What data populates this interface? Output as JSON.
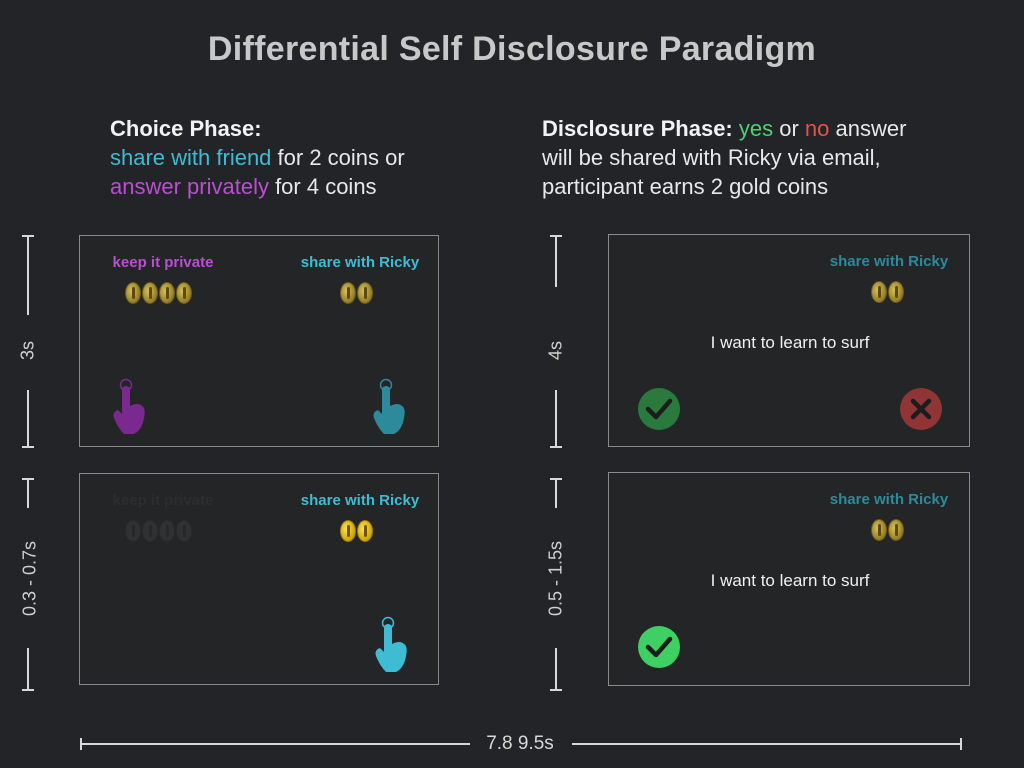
{
  "title": "Differential Self Disclosure Paradigm",
  "choice_phase": {
    "heading": "Choice Phase:",
    "line1_colored": "share with friend",
    "line1_rest": " for 2 coins or",
    "line2_colored": "answer privately",
    "line2_rest": " for 4 coins"
  },
  "disclosure_phase": {
    "heading": "Disclosure Phase:",
    "yes": "yes",
    "or": " or ",
    "no": "no",
    "line1_rest": " answer",
    "line2": "will be shared with Ricky via email,",
    "line3": "participant earns 2 gold coins"
  },
  "screens": {
    "choice_1": {
      "left_label": "keep it private",
      "right_label": "share with Ricky",
      "duration": "3s"
    },
    "choice_2": {
      "left_label": "keep it private",
      "right_label": "share with Ricky",
      "duration": "0.3 - 0.7s"
    },
    "disclosure_1": {
      "label": "share with Ricky",
      "statement": "I want to learn to surf",
      "duration": "4s"
    },
    "disclosure_2": {
      "label": "share with Ricky",
      "statement": "I want to learn to surf",
      "duration": "0.5 - 1.5s"
    }
  },
  "total_duration": "7.8 9.5s",
  "colors": {
    "teal": "#3fbcd4",
    "teal_dim": "#2c8a9a",
    "purple": "#b94fd1",
    "purple_hand": "#7a2a8f",
    "check_dim": "#2a7a3e",
    "check_bright": "#3fd063",
    "x_dim": "#8f3535"
  }
}
